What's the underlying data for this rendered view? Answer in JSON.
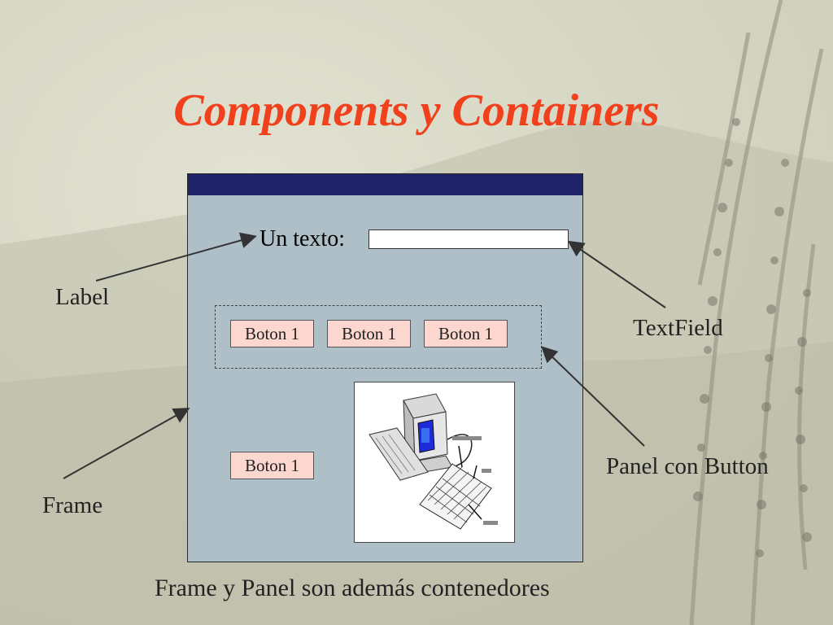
{
  "slide": {
    "title": "Components y Containers",
    "footer": "Frame y Panel son además contenedores"
  },
  "frame": {
    "label_text": "Un texto:",
    "textfield_value": "",
    "panel_buttons": [
      "Boton 1",
      "Boton 1",
      "Boton 1"
    ],
    "lone_button": "Boton 1",
    "image_icon": "computer-illustration"
  },
  "callouts": {
    "label": "Label",
    "textfield": "TextField",
    "panel": "Panel con Button",
    "frame": "Frame"
  },
  "colors": {
    "title": "#f0401c",
    "titlebar": "#1f2266",
    "frame_bg": "#aebfc7",
    "button_bg": "#fbd7d0"
  }
}
